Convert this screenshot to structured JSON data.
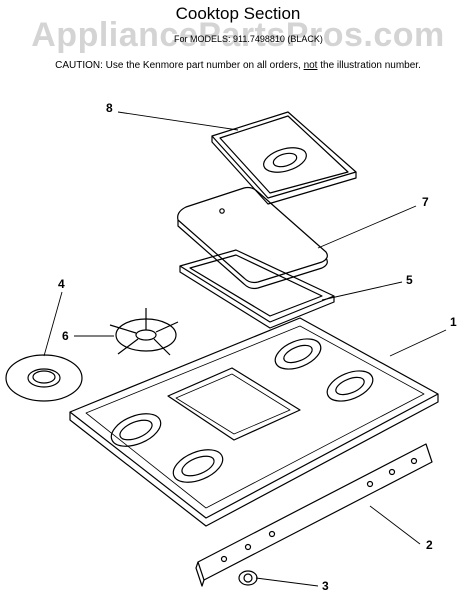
{
  "header": {
    "title": "Cooktop Section",
    "watermark": "AppliancePartsPros.com",
    "subtitle": "For MODELS: 911.7498810 (BLACK)",
    "caution_prefix": "CAUTION:  Use the Kenmore part number on all orders, ",
    "caution_emphasis": "not",
    "caution_suffix": " the illustration number."
  },
  "callouts": [
    "1",
    "2",
    "3",
    "4",
    "5",
    "6",
    "7",
    "8"
  ],
  "colors": {
    "ink": "#000000",
    "watermark": "#a0a0a0",
    "background": "#ffffff"
  }
}
